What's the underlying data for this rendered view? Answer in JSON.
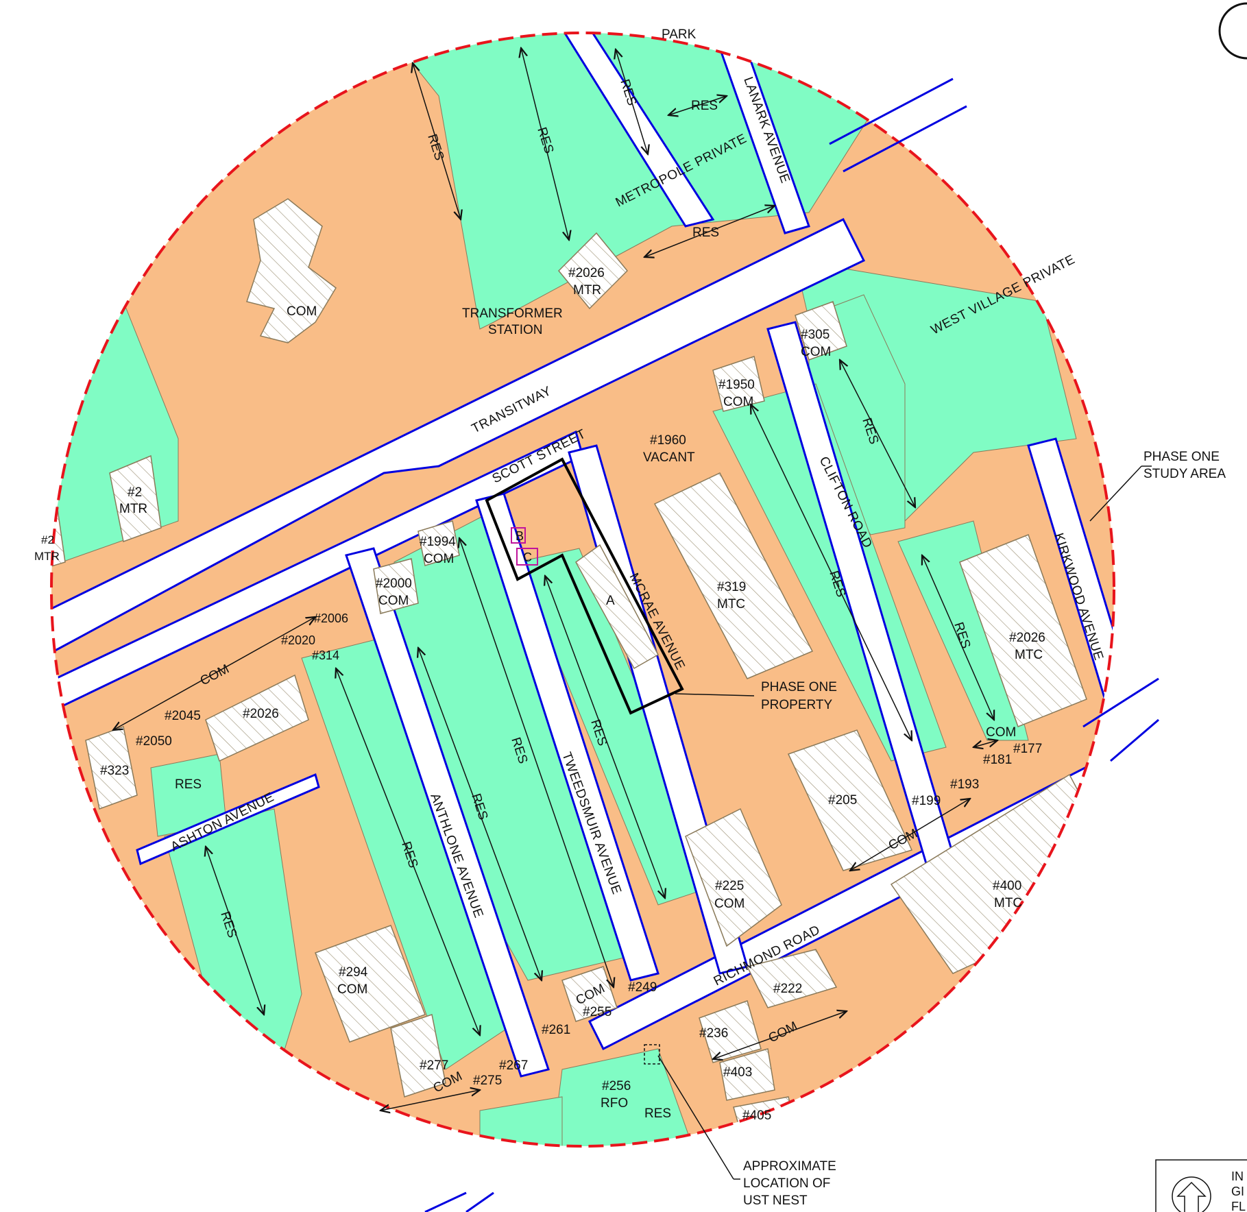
{
  "colors": {
    "commercial_fill": "#f9bd87",
    "residential_fill": "#80fcc4",
    "road_edge": "#0000e0",
    "study_area_boundary": "#e8141c",
    "building_outline": "#8a7a5a",
    "property_outline": "#000000",
    "apec_outline": "#c0149c"
  },
  "roads": {
    "transitway": "TRANSITWAY",
    "scott": "SCOTT STREET",
    "mcrae": "MCRAE AVENUE",
    "tweedsmuir": "TWEEDSMUIR AVENUE",
    "anthlone": "ANTHLONE AVENUE",
    "ashton": "ASHTON AVENUE",
    "clifton": "CLIFTON ROAD",
    "kirkwood": "KIRKWOOD AVENUE",
    "richmond": "RICHMOND ROAD",
    "lanark": "LANARK AVENUE",
    "metropole": "METROPOLE PRIVATE",
    "westvillage": "WEST VILLAGE PRIVATE"
  },
  "labels": {
    "park": "PARK",
    "res": "RES",
    "com": "COM",
    "mtr": "MTR",
    "mtc": "MTC",
    "vacant": "VACANT",
    "rfo": "RFO",
    "transformer_1": "TRANSFORMER",
    "transformer_2": "STATION",
    "n2026a": "#2026",
    "n305": "#305",
    "n1950": "#1950",
    "n1960": "#1960",
    "n2a": "#2",
    "n2b": "#2",
    "n1994": "#1994",
    "n2000": "#2000",
    "n2006": "#2006",
    "n2020": "#2020",
    "n314": "#314",
    "n2045": "#2045",
    "n2026b": "#2026",
    "n2050": "#2050",
    "n323": "#323",
    "n319": "#319",
    "n2026c": "#2026",
    "n205": "#205",
    "n199": "#199",
    "n193": "#193",
    "n181": "#181",
    "n177": "#177",
    "n225": "#225",
    "n400": "#400",
    "n294": "#294",
    "n277": "#277",
    "n275": "#275",
    "n267": "#267",
    "n261": "#261",
    "n255": "#255",
    "n249": "#249",
    "n256": "#256",
    "n222": "#222",
    "n236": "#236",
    "n403": "#403",
    "n405": "#405",
    "apec_a": "A",
    "apec_b": "B",
    "apec_c": "C"
  },
  "notes": {
    "study_area_1": "PHASE ONE",
    "study_area_2": "STUDY AREA",
    "property_1": "PHASE ONE",
    "property_2": "PROPERTY",
    "ust_1": "APPROXIMATE",
    "ust_2": "LOCATION OF",
    "ust_3": "UST NEST"
  },
  "legend": {
    "line1": "IN",
    "line2": "GI",
    "line3": "FL"
  }
}
